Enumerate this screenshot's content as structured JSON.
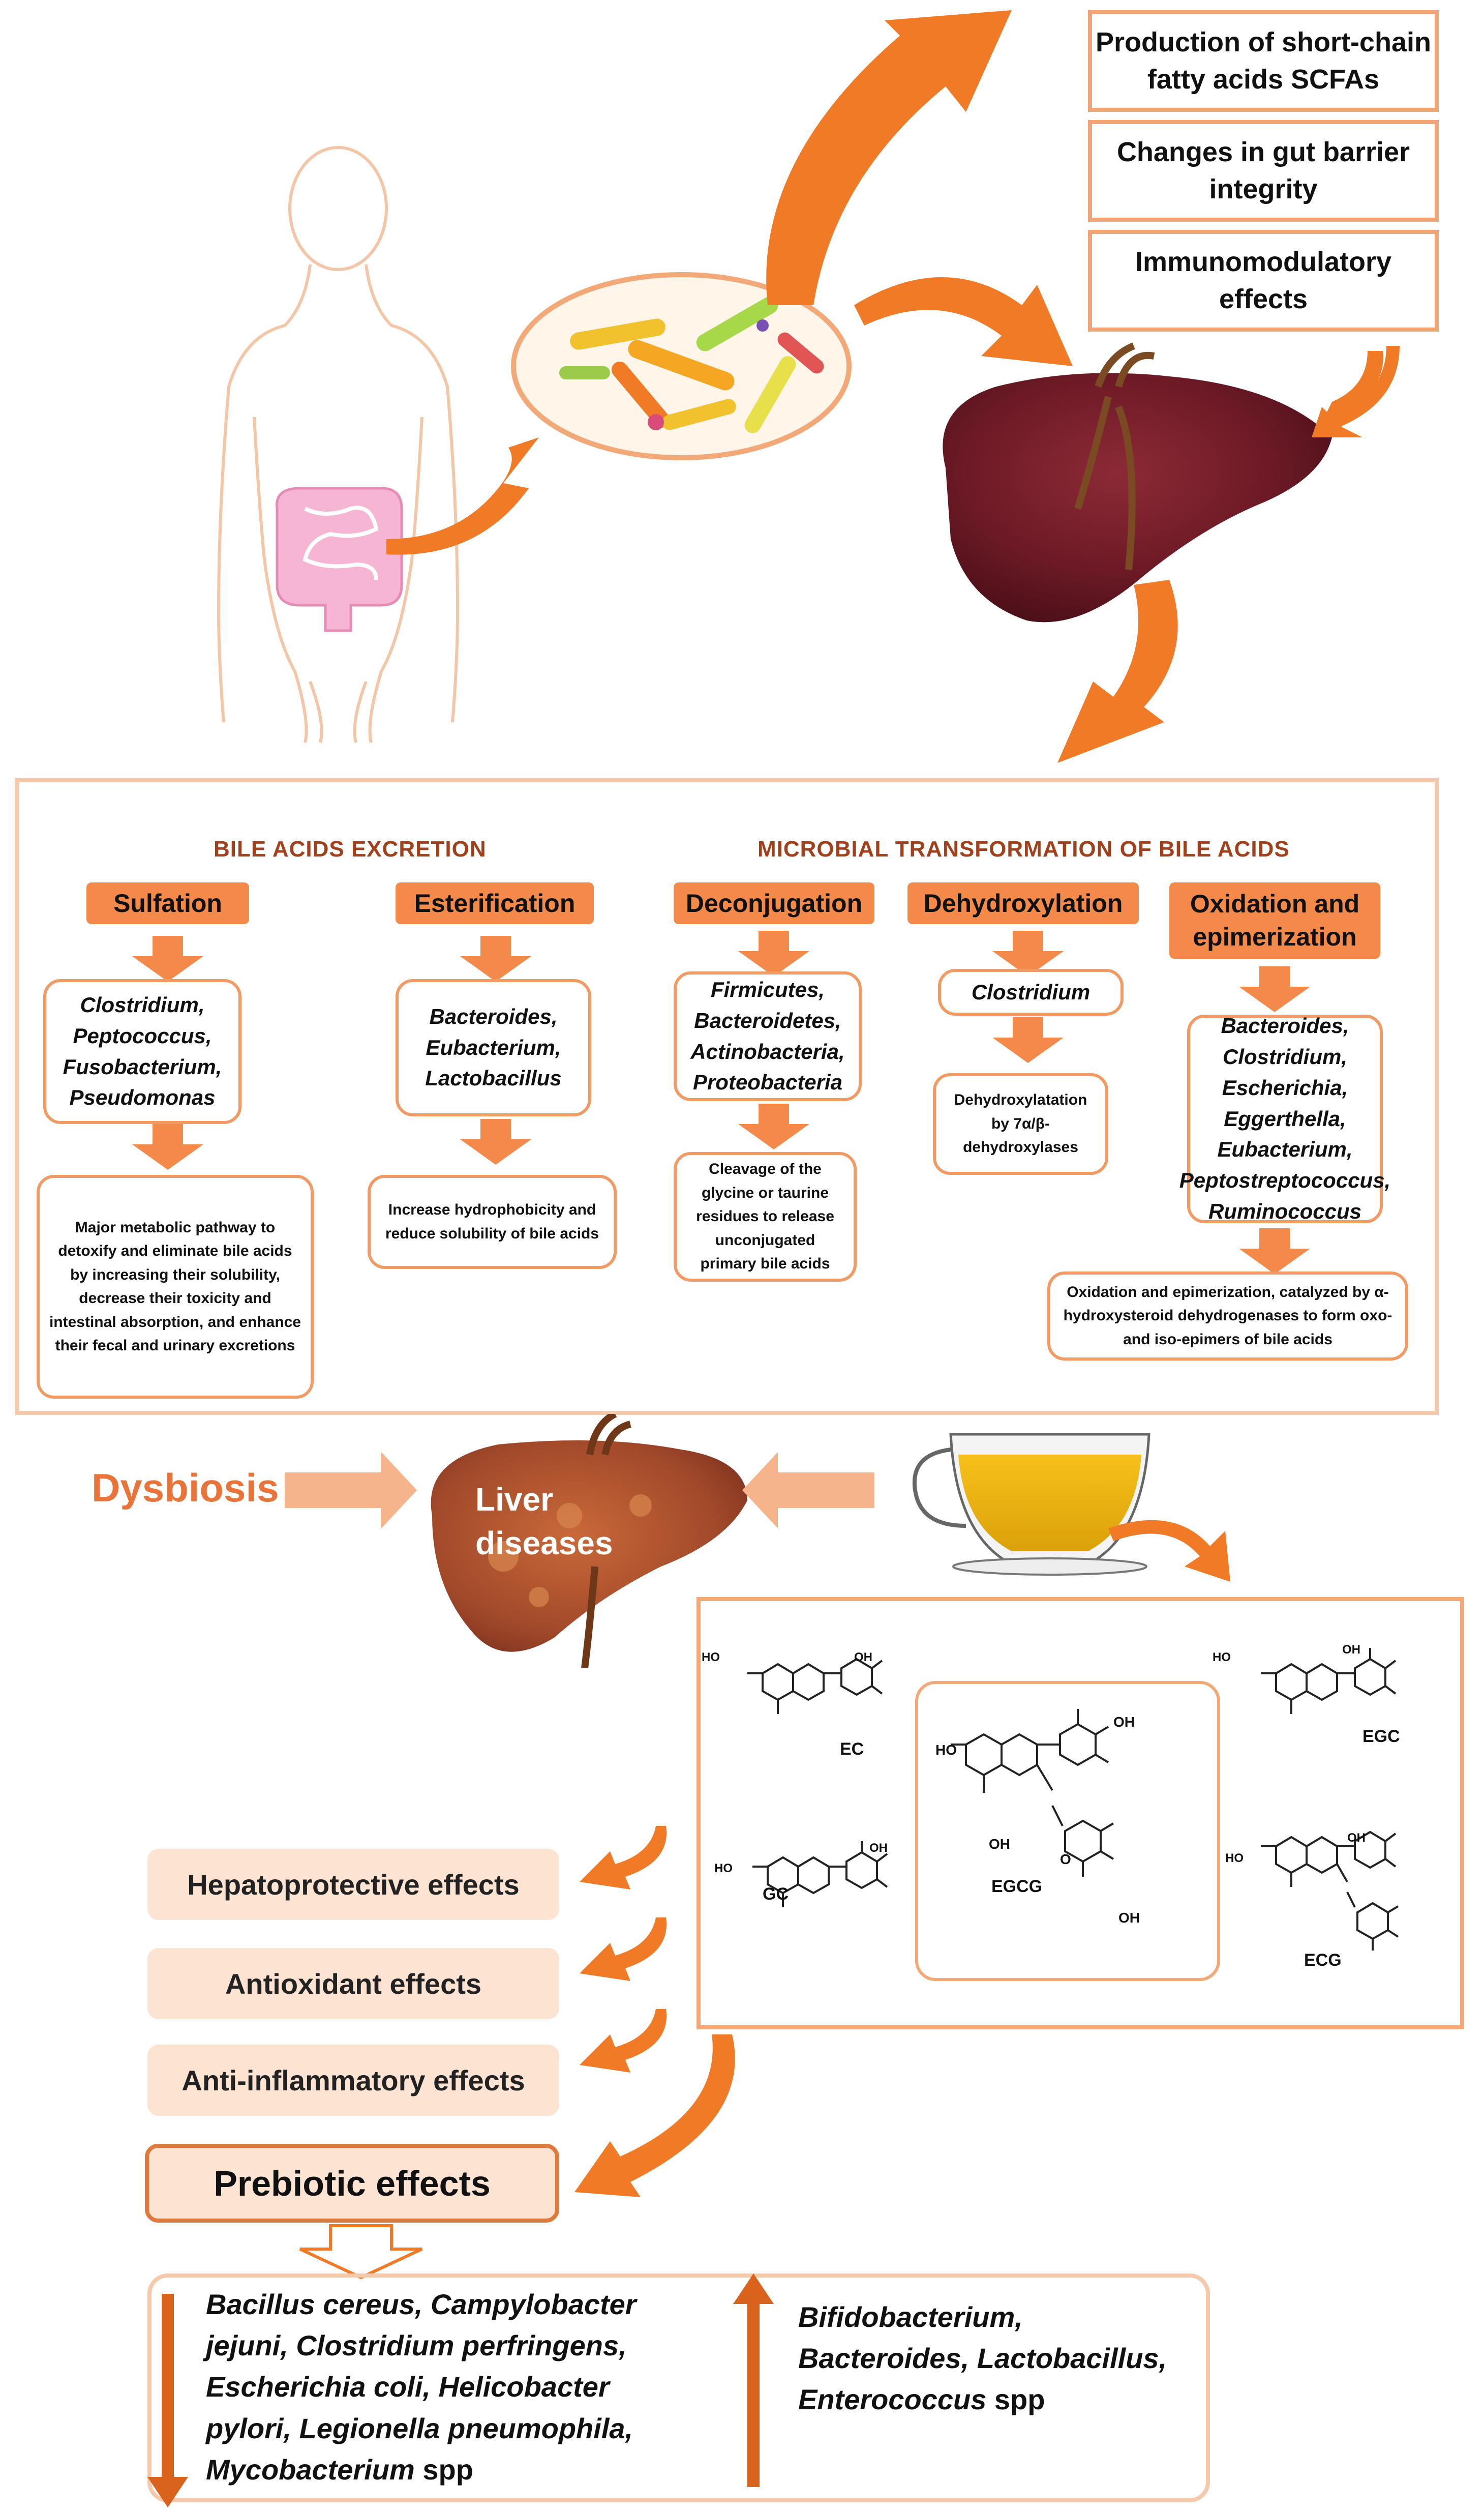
{
  "outcomes": [
    "Production of short-chain fatty acids SCFAs",
    "Changes in gut barrier integrity",
    "Immunomodulatory effects"
  ],
  "sections": {
    "excretion_title": "BILE ACIDS EXCRETION",
    "transformation_title": "MICROBIAL TRANSFORMATION OF BILE ACIDS"
  },
  "columns": [
    {
      "header": "Sulfation",
      "bacteria": "Clostridium, Peptococcus, Fusobacterium, Pseudomonas",
      "description": "Major metabolic pathway to detoxify and eliminate bile acids by increasing their solubility, decrease their toxicity and intestinal absorption, and enhance their fecal and urinary excretions"
    },
    {
      "header": "Esterification",
      "bacteria": "Bacteroides, Eubacterium, Lactobacillus",
      "description": "Increase hydrophobicity and reduce solubility of bile acids"
    },
    {
      "header": "Deconjugation",
      "bacteria": "Firmicutes, Bacteroidetes, Actinobacteria, Proteobacteria",
      "description": "Cleavage of the glycine or taurine residues to release unconjugated primary bile acids"
    },
    {
      "header": "Dehydroxylation",
      "bacteria": "Clostridium",
      "description": "Dehydroxylatation by 7α/β-dehydroxylases"
    },
    {
      "header": "Oxidation and epimerization",
      "bacteria": "Bacteroides, Clostridium, Escherichia, Eggerthella, Eubacterium, Peptostreptococcus, Ruminococcus",
      "description": "Oxidation and epimerization, catalyzed by α-hydroxysteroid dehydrogenases to form oxo- and iso-epimers of bile acids"
    }
  ],
  "middle": {
    "dysbiosis": "Dysbiosis",
    "liver_label": "Liver diseases"
  },
  "molecules": {
    "ec": "EC",
    "egc": "EGC",
    "egcg": "EGCG",
    "gc": "GC",
    "ecg": "ECG",
    "oh": "OH",
    "ho": "HO",
    "o": "O"
  },
  "effects": [
    "Hepatoprotective effects",
    "Antioxidant effects",
    "Anti-inflammatory  effects"
  ],
  "prebiotic": "Prebiotic  effects",
  "decreased": {
    "italic": "Bacillus cereus, Campylobacter jejuni, Clostridium perfringens, Escherichia coli, Helicobacter pylori, Legionella pneumophila, Mycobacterium",
    "suffix": "spp"
  },
  "increased": {
    "italic": "Bifidobacterium, Bacteroides, Lactobacillus, Enterococcus",
    "suffix": "spp"
  },
  "colors": {
    "orange": "#f07a26",
    "border": "#f1a475",
    "header": "#f38a49",
    "dark_text": "#a0401c"
  }
}
